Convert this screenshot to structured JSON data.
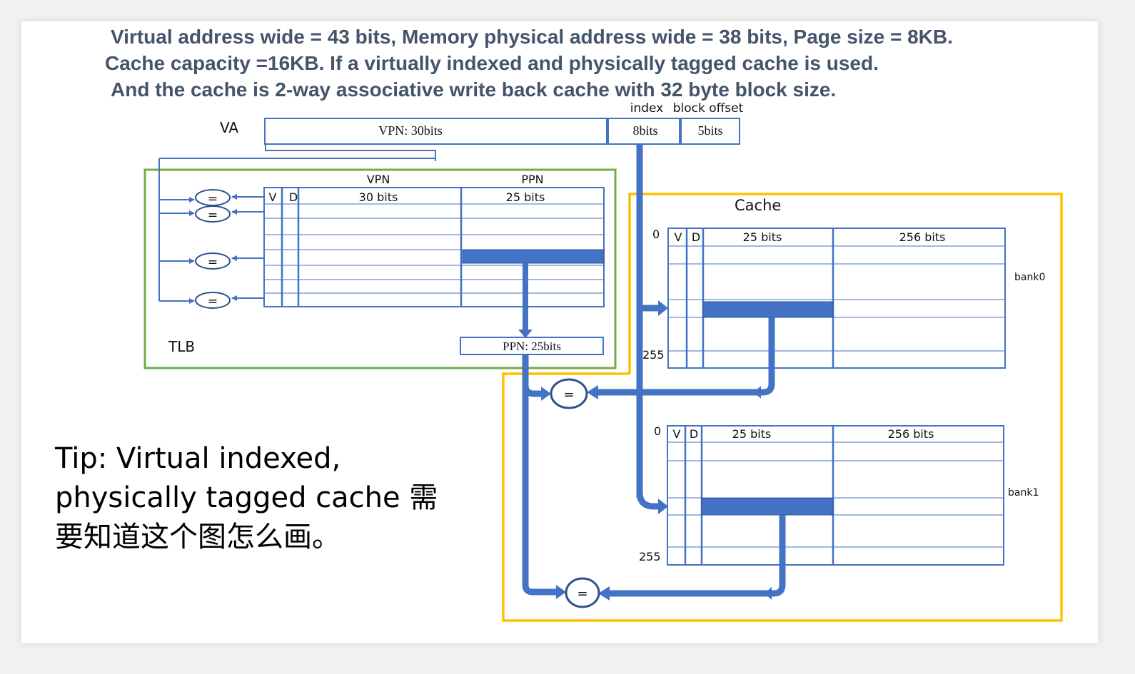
{
  "heading": {
    "line1": "Virtual address wide = 43 bits, Memory physical address wide = 38 bits, Page size = 8KB.",
    "line2": "Cache capacity =16KB. If a virtually indexed and physically tagged cache is used.",
    "line3": "And the cache is 2-way associative write back cache with 32 byte block size."
  },
  "va": {
    "label": "VA",
    "vpn_field": "VPN: 30bits",
    "index_title": "index",
    "index_field": "8bits",
    "offset_title": "block offset",
    "offset_field": "5bits"
  },
  "tlb": {
    "label": "TLB",
    "col_v": "V",
    "col_d": "D",
    "vpn_title": "VPN",
    "vpn_bits": "30 bits",
    "ppn_title": "PPN",
    "ppn_bits": "25 bits",
    "ppn_out": "PPN:  25bits",
    "comparator": "="
  },
  "cache": {
    "label": "Cache",
    "banks": [
      {
        "name": "bank0",
        "col_v": "V",
        "col_d": "D",
        "tag_bits": "25 bits",
        "data_bits": "256 bits",
        "row_first": "0",
        "row_last": "255"
      },
      {
        "name": "bank1",
        "col_v": "V",
        "col_d": "D",
        "tag_bits": "25 bits",
        "data_bits": "256 bits",
        "row_first": "0",
        "row_last": "255"
      }
    ],
    "comparator": "="
  },
  "tip": {
    "line1": "Tip:  Virtual indexed,",
    "line2": "physically tagged cache 需",
    "line3": "要知道这个图怎么画。"
  },
  "colors": {
    "blue": "#4472c4",
    "green": "#70ad47",
    "yellow": "#ffc000",
    "heading": "#44546a"
  }
}
